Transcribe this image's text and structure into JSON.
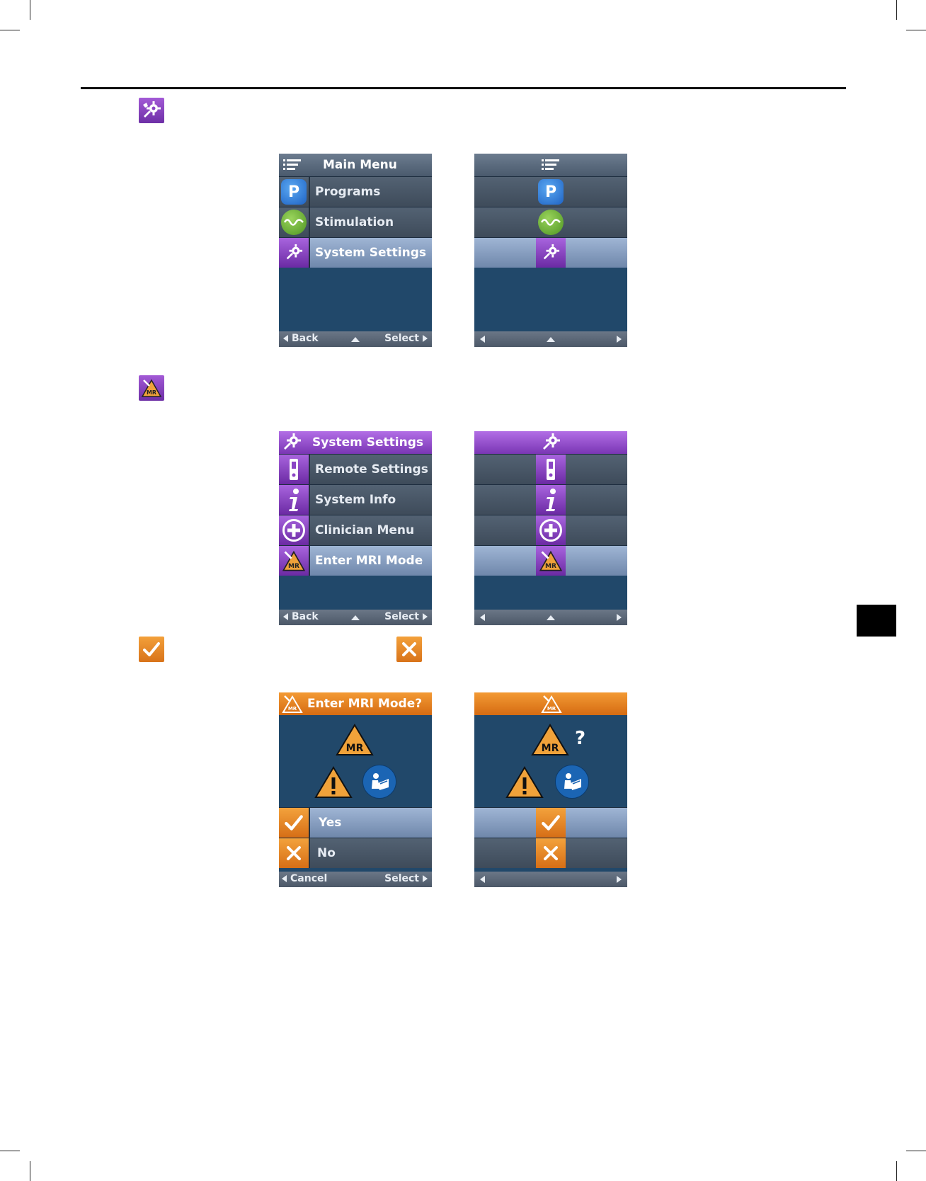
{
  "icons": {
    "settings": "wrench-gear-icon",
    "mri": "mri-warning-icon",
    "confirm": "checkmark-icon",
    "cancel": "x-icon",
    "menu": "list-menu-icon",
    "programs": "programs-p-icon",
    "stimulation": "stimulation-wave-icon",
    "remote": "remote-control-icon",
    "info": "info-icon",
    "clinician": "plus-circle-icon",
    "warning": "warning-triangle-icon",
    "manual": "read-manual-icon"
  },
  "colors": {
    "screen_bg": "#21486a",
    "purple": "#8a44c4",
    "orange": "#e4831f",
    "selected_row": "#8aa0c2",
    "program_blue": "#2f7fd8",
    "stim_green": "#6cb33a"
  },
  "screen1": {
    "title": "Main Menu",
    "items": [
      {
        "label": "Programs"
      },
      {
        "label": "Stimulation"
      },
      {
        "label": "System Settings"
      }
    ],
    "footer": {
      "back": "Back",
      "select": "Select"
    }
  },
  "screen2": {
    "program_letter": "P"
  },
  "screen3": {
    "title": "System Settings",
    "items": [
      {
        "label": "Remote Settings"
      },
      {
        "label": "System Info"
      },
      {
        "label": "Clinician Menu"
      },
      {
        "label": "Enter MRI Mode"
      }
    ],
    "footer": {
      "back": "Back",
      "select": "Select"
    }
  },
  "screen5": {
    "title": "Enter MRI Mode?",
    "mr_label": "MR",
    "items": [
      {
        "label": "Yes"
      },
      {
        "label": "No"
      }
    ],
    "footer": {
      "cancel": "Cancel",
      "select": "Select"
    }
  },
  "screen6": {
    "mr_label": "MR",
    "question": "?"
  }
}
